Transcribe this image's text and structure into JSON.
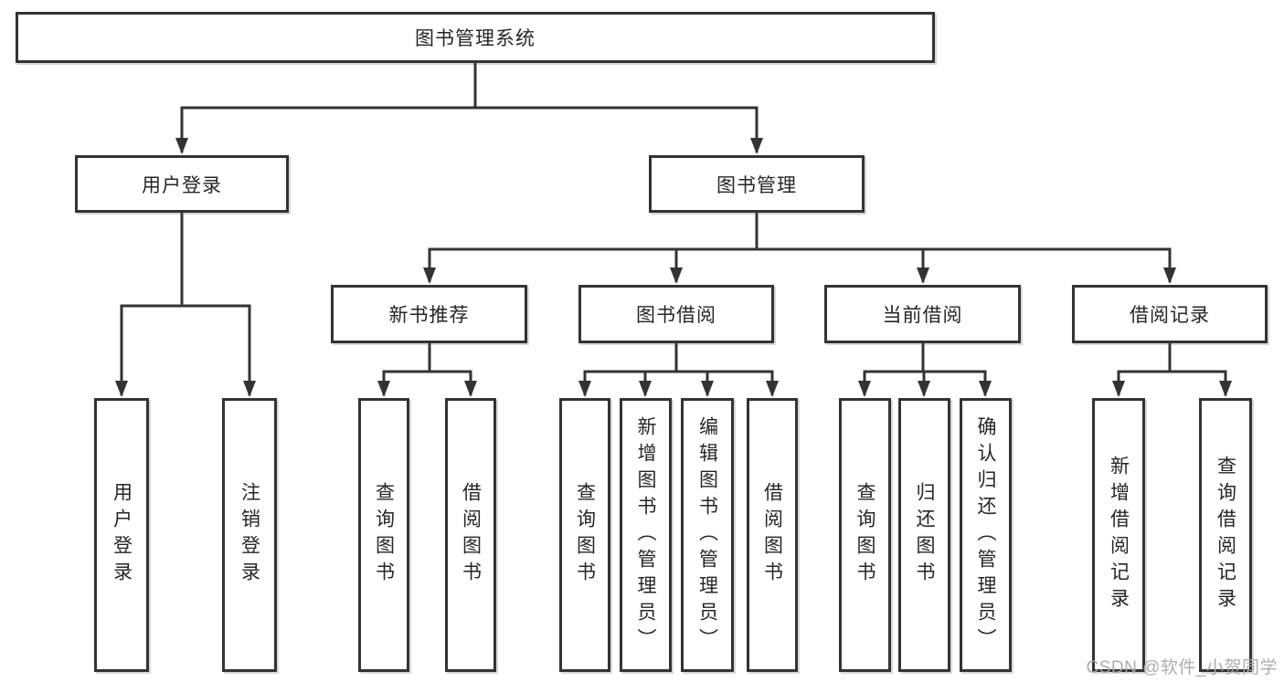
{
  "tree": {
    "root": {
      "label": "图书管理系统"
    },
    "branches": [
      {
        "label": "用户登录",
        "children": [
          {
            "label": "用户登录"
          },
          {
            "label": "注销登录"
          }
        ]
      },
      {
        "label": "图书管理",
        "children": [
          {
            "label": "新书推荐",
            "children": [
              {
                "label": "查询图书"
              },
              {
                "label": "借阅图书"
              }
            ]
          },
          {
            "label": "图书借阅",
            "children": [
              {
                "label": "查询图书"
              },
              {
                "label": "新增图书（管理员）"
              },
              {
                "label": "编辑图书（管理员）"
              },
              {
                "label": "借阅图书"
              }
            ]
          },
          {
            "label": "当前借阅",
            "children": [
              {
                "label": "查询图书"
              },
              {
                "label": "归还图书"
              },
              {
                "label": "确认归还（管理员）"
              }
            ]
          },
          {
            "label": "借阅记录",
            "children": [
              {
                "label": "新增借阅记录"
              },
              {
                "label": "查询借阅记录"
              }
            ]
          }
        ]
      }
    ]
  },
  "watermark": {
    "text": "CSDN @软件_小贺同学"
  },
  "colors": {
    "line": "#333333",
    "box_border": "#333333",
    "text": "#262626",
    "watermark": "#a8a8a8",
    "background": "#ffffff"
  }
}
